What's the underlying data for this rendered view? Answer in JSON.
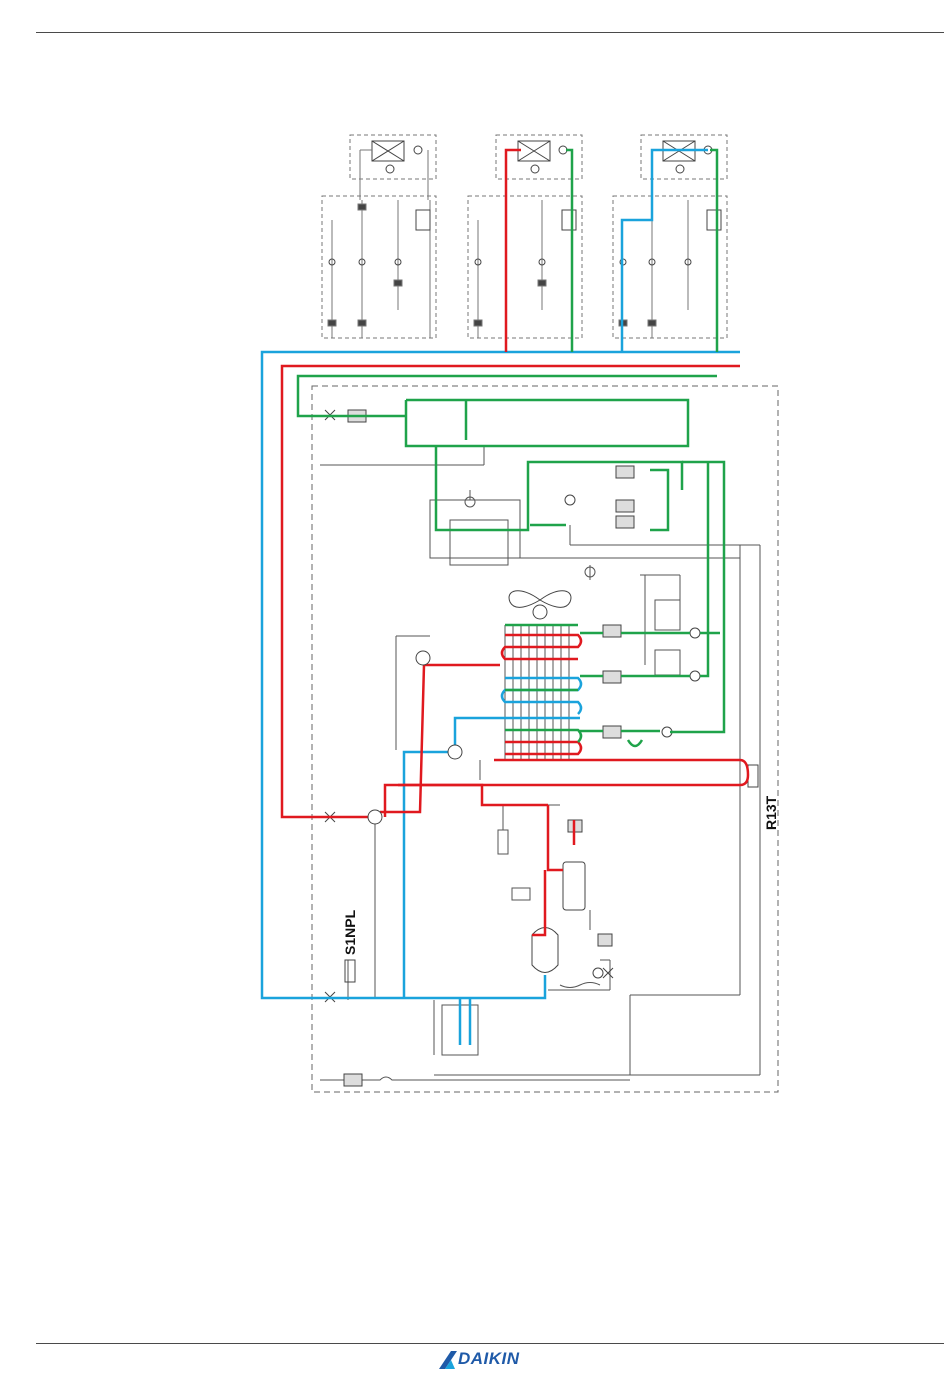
{
  "labels": {
    "pressure_switch": "S1NPL",
    "thermistor": "R13T"
  },
  "brand": {
    "name": "DAIKIN"
  },
  "colors": {
    "suction_gas": "#1aa3dc",
    "discharge_gas": "#e0191f",
    "liquid": "#1fa34a",
    "piping": "#555555",
    "frame": "#666666",
    "brand": "#1f5aa8"
  },
  "indoor_units": [
    "indoor-unit-1",
    "indoor-unit-2",
    "indoor-unit-3"
  ]
}
